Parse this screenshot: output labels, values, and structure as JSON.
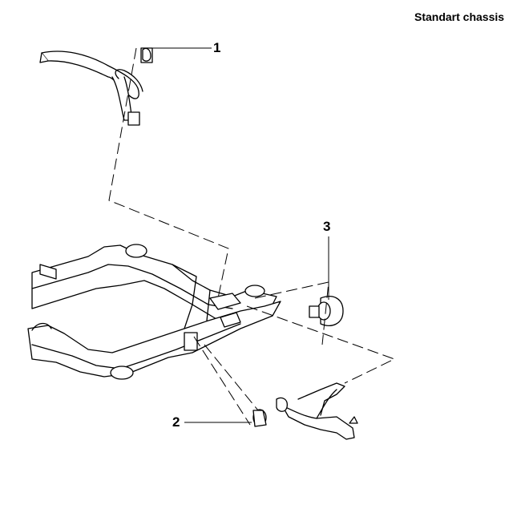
{
  "title": "Standart chassis",
  "callouts": [
    {
      "label": "1",
      "part": "stabilizer-bar-bushing"
    },
    {
      "label": "2",
      "part": "lower-arm-front-bushing"
    },
    {
      "label": "3",
      "part": "lower-arm-rear-bushing"
    }
  ],
  "colors": {
    "line": "#000000",
    "background": "#ffffff",
    "fill": "#ffffff"
  }
}
